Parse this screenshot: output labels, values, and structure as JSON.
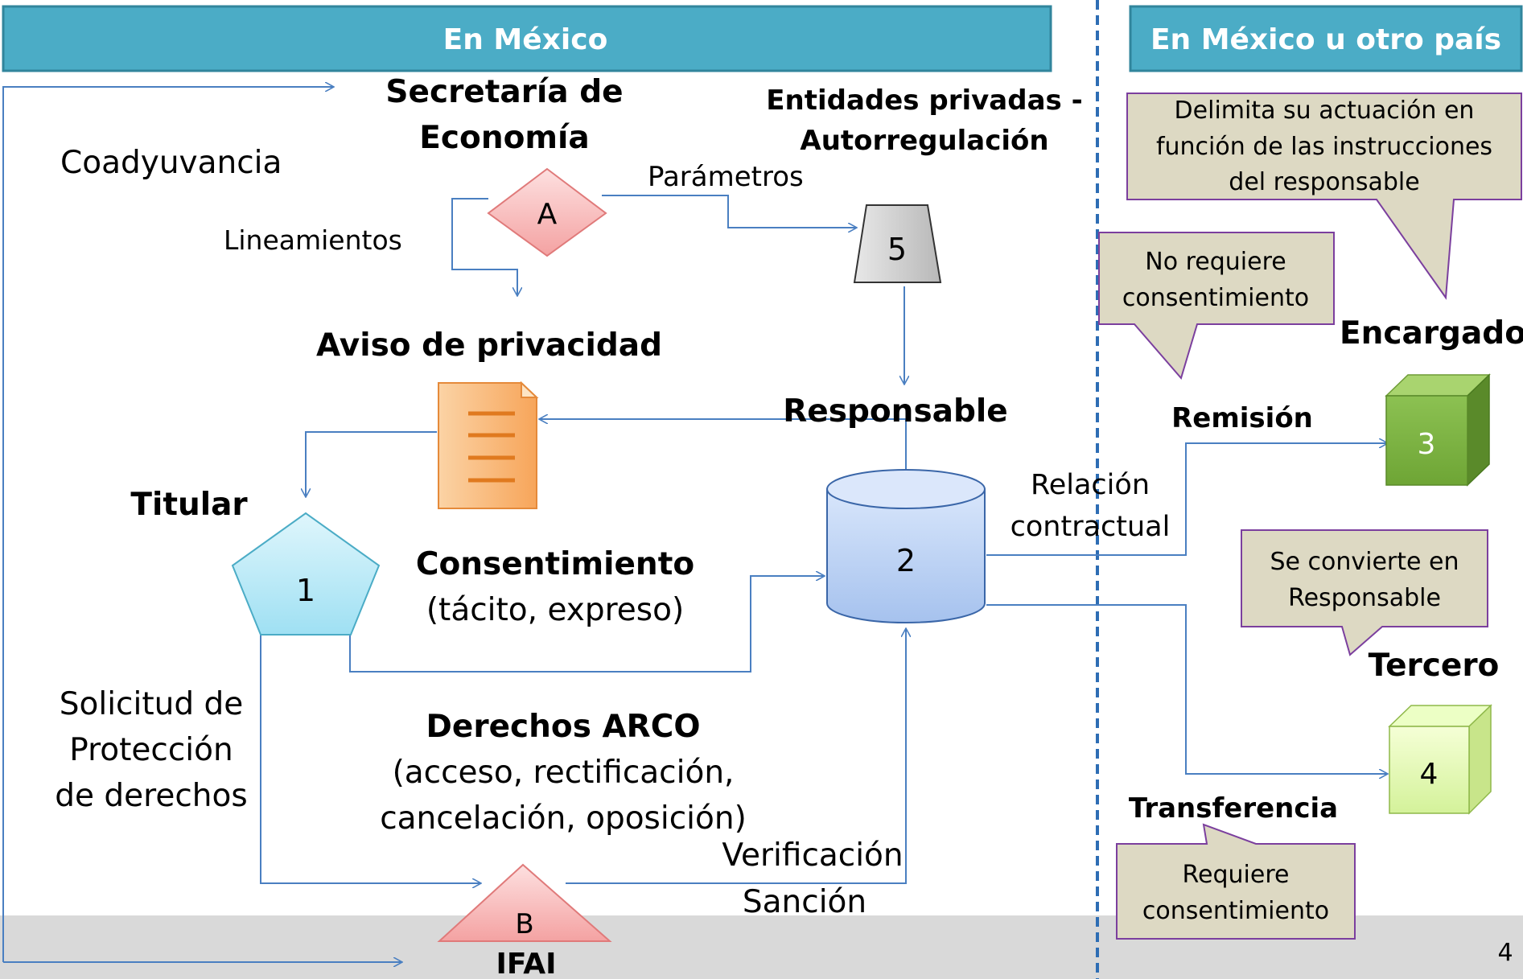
{
  "headers": {
    "left": "En México",
    "right": "En México u  otro país"
  },
  "labels": {
    "secretaria_1": "Secretaría de",
    "secretaria_2": "Economía",
    "entidades_1": "Entidades privadas -",
    "entidades_2": "Autorregulación",
    "coadyuvancia": "Coadyuvancia",
    "lineamientos": "Lineamientos",
    "parametros": "Parámetros",
    "aviso": "Aviso de privacidad",
    "responsable": "Responsable",
    "titular": "Titular",
    "consentimiento": "Consentimiento",
    "consentimiento_sub": "(tácito, expreso)",
    "relacion_1": "Relación",
    "relacion_2": "contractual",
    "solicitud_1": "Solicitud de",
    "solicitud_2": "Protección",
    "solicitud_3": "de derechos",
    "derechos": "Derechos ARCO",
    "derechos_sub_1": "(acceso, rectificación,",
    "derechos_sub_2": "cancelación, oposición)",
    "verificacion": "Verificación",
    "sancion": "Sanción",
    "ifai": "IFAI",
    "remision": "Remisión",
    "encargado": "Encargado",
    "tercero": "Tercero",
    "transferencia": "Transferencia",
    "page_number": "4"
  },
  "nodes": {
    "a": "A",
    "b": "B",
    "n1": "1",
    "n2": "2",
    "n3": "3",
    "n4": "4",
    "n5": "5"
  },
  "callouts": {
    "delimita_1": "Delimita su actuación en",
    "delimita_2": "función de las instrucciones",
    "delimita_3": "del responsable",
    "no_requiere_1": "No requiere",
    "no_requiere_2": "consentimiento",
    "se_convierte_1": "Se convierte en",
    "se_convierte_2": "Responsable",
    "requiere_1": "Requiere",
    "requiere_2": "consentimiento"
  },
  "colors": {
    "header": "#4bacc6",
    "arrows": "#4a7fc1",
    "callout_fill": "#ddd9c3",
    "callout_border": "#7b3f9e",
    "footer_band": "#d9d9d9"
  }
}
